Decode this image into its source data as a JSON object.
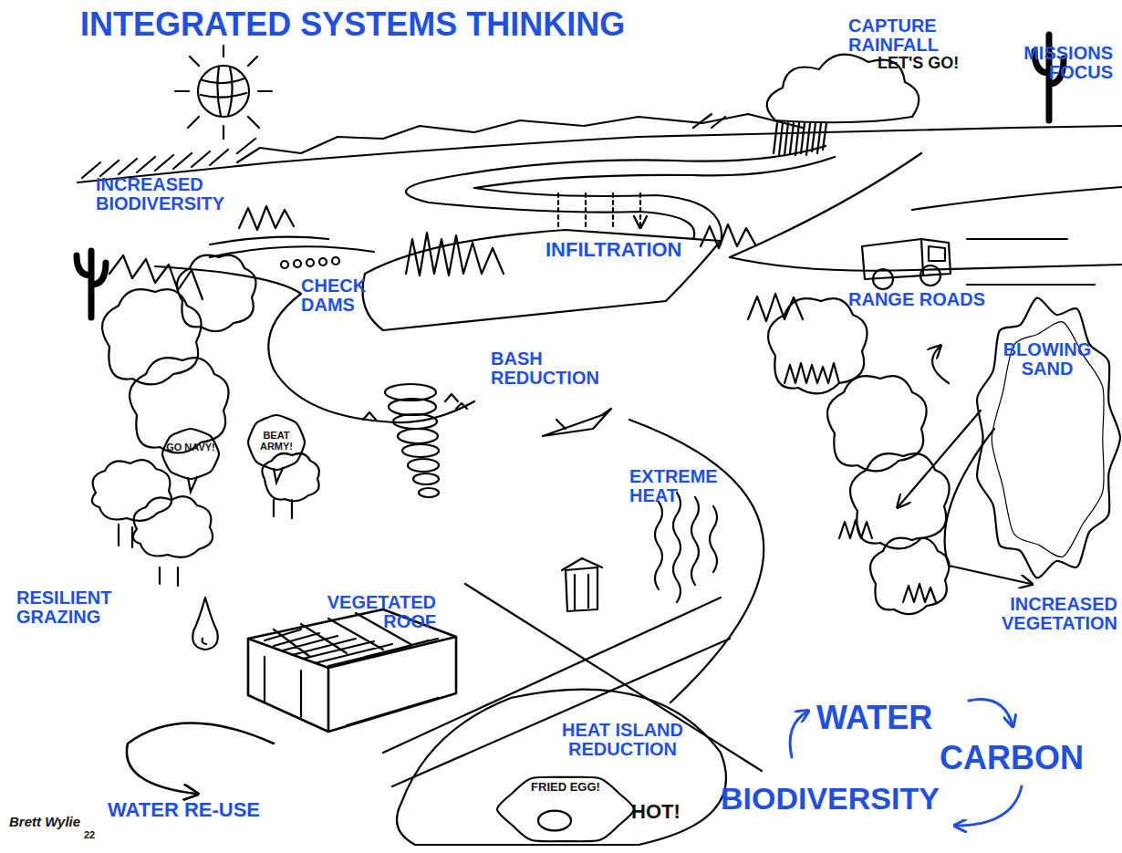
{
  "diagram": {
    "title": "INTEGRATED SYSTEMS THINKING",
    "nodes": [
      {
        "text": [
          "BLOWING SAND"
        ]
      },
      {
        "text": [
          "GO NAVY!"
        ]
      },
      {
        "text": [
          "BEAT ARMY!"
        ]
      },
      {
        "text": [
          "FRIED EGG!"
        ]
      }
    ],
    "labels": [
      "CAPTURE RAINFALL",
      "LET'S GO!",
      "MISSIONS FOCUS",
      "INCREASED BIODIVERSITY",
      "INFILTRATION",
      "CHECK DAMS",
      "RANGE ROADS",
      "BASH REDUCTION",
      "EXTREME HEAT",
      "RESILIENT GRAZING",
      "VEGETATED ROOF",
      "INCREASED VEGETATION",
      "WATER",
      "HEAT ISLAND REDUCTION",
      "CARBON",
      "BIODIVERSITY",
      "HOT!",
      "WATER RE-USE",
      "Brett Wylie",
      "22"
    ]
  }
}
